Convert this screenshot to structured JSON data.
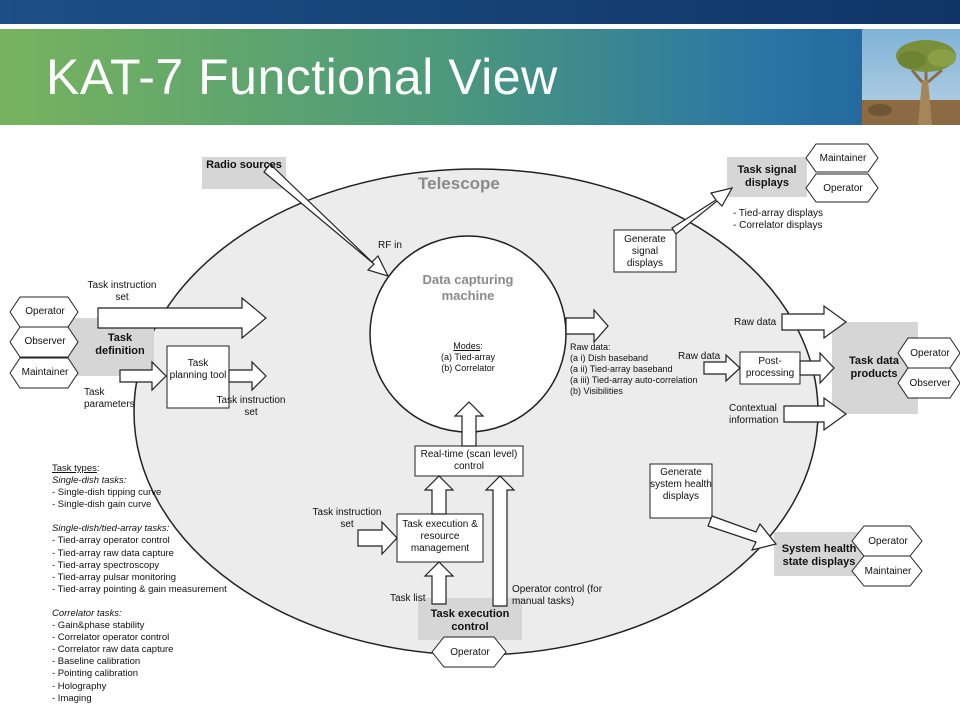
{
  "title": "KAT-7 Functional View",
  "colors": {
    "header_green": "#6fae5a",
    "header_blue": "#1f6aa8",
    "panel_gray": "#d9d9d9",
    "ellipse_fill": "#ececec"
  },
  "telescope": "Telescope",
  "dcm": {
    "title": "Data capturing machine",
    "modes_heading": "Modes",
    "modes": [
      "(a) Tied-array",
      "(b) Correlator"
    ]
  },
  "radio_sources": "Radio sources",
  "rf_in": "RF in",
  "task_definition": {
    "label": "Task definition",
    "roles": [
      "Operator",
      "Observer",
      "Maintainer"
    ],
    "instruction_set_label": "Task instruction set",
    "parameters_label": "Task parameters"
  },
  "task_planning_tool": "Task planning tool",
  "planning_output": "Task instruction set",
  "raw_data_modes": {
    "heading": "Raw data:",
    "items": [
      "(a i) Dish baseband",
      "(a ii) Tied-array baseband",
      "(a iii) Tied-array auto-correlation",
      "(b) Visibilities"
    ]
  },
  "generate_signal_displays": "Generate signal displays",
  "task_signal_displays": {
    "label": "Task signal displays",
    "roles": [
      "Maintainer",
      "Operator"
    ],
    "notes": [
      "- Tied-array displays",
      "- Correlator displays"
    ]
  },
  "raw_data_top": "Raw data",
  "raw_data_mid": "Raw data",
  "post_processing": "Post-processing",
  "contextual_information": "Contextual information",
  "task_data_products": {
    "label": "Task data products",
    "roles": [
      "Operator",
      "Observer"
    ]
  },
  "realtime_control": "Real-time (scan level) control",
  "task_execution": "Task execution & resource management",
  "task_instruction_set_left": "Task instruction set",
  "task_list": "Task list",
  "operator_control": "Operator control (for manual tasks)",
  "task_execution_control": {
    "label": "Task execution control",
    "roles": [
      "Operator"
    ]
  },
  "generate_health_displays": "Generate system health displays",
  "system_health": {
    "label": "System health state displays",
    "roles": [
      "Operator",
      "Maintainer"
    ]
  },
  "task_types": {
    "heading": "Task types",
    "groups": [
      {
        "name": "Single-dish tasks:",
        "items": [
          "- Single-dish tipping curve",
          "- Single-dish gain curve"
        ]
      },
      {
        "name": "Single-dish/tied-array tasks:",
        "items": [
          "- Tied-array operator control",
          "- Tied-array raw data capture",
          "- Tied-array spectroscopy",
          "- Tied-array pulsar monitoring",
          "- Tied-array pointing & gain measurement"
        ]
      },
      {
        "name": "Correlator tasks:",
        "items": [
          "- Gain&phase stability",
          "- Correlator operator control",
          "- Correlator raw data capture",
          "- Baseline calibration",
          "- Pointing calibration",
          "- Holography",
          "- Imaging"
        ]
      }
    ]
  }
}
